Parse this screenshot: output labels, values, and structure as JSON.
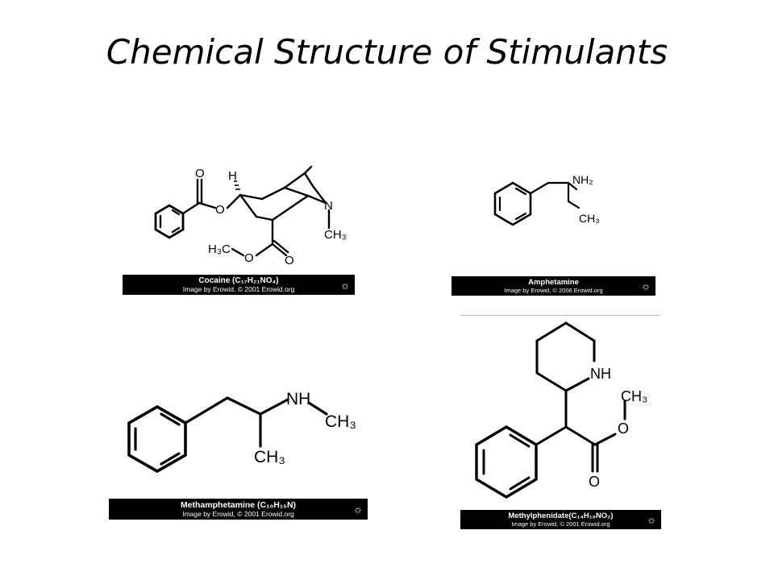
{
  "slide": {
    "title": "Chemical Structure of Stimulants"
  },
  "structures": [
    {
      "id": "cocaine",
      "caption_name": "Cocaine (C₁₇H₂₁NO₄)",
      "caption_credit": "Image by Erowid, © 2001 Erowid.org",
      "atoms": {
        "o_top": "O",
        "h": "H",
        "o_mid": "O",
        "n": "N",
        "ch3_n": "CH₃",
        "h3c": "H₃C",
        "o_ester": "O",
        "o_carbonyl": "O"
      }
    },
    {
      "id": "amphetamine",
      "caption_name": "Amphetamine",
      "caption_credit": "Image by Erowid, © 2006 Erowid.org",
      "atoms": {
        "nh2": "NH₂",
        "ch3": "CH₃"
      }
    },
    {
      "id": "methamphetamine",
      "caption_name": "Methamphetamine (C₁₀H₁₅N)",
      "caption_credit": "Image by Erowid, © 2001 Erowid.org",
      "atoms": {
        "nh": "NH",
        "ch3_right": "CH₃",
        "ch3_bottom": "CH₃"
      }
    },
    {
      "id": "methylphenidate",
      "caption_name": "Methylphenidate(C₁₄H₁₉NO₂)",
      "caption_credit": "Image by Erowid, © 2001 Erowid.org",
      "atoms": {
        "nh": "NH",
        "ch3": "CH₃",
        "o_ester": "O",
        "o_carbonyl": "O"
      }
    }
  ],
  "icons": {
    "caption_badge": "sun-icon",
    "sun_glyph": "☼"
  },
  "colors": {
    "background": "#ffffff",
    "ink": "#000000",
    "caption_bar": "#000000",
    "caption_text": "#ffffff"
  }
}
